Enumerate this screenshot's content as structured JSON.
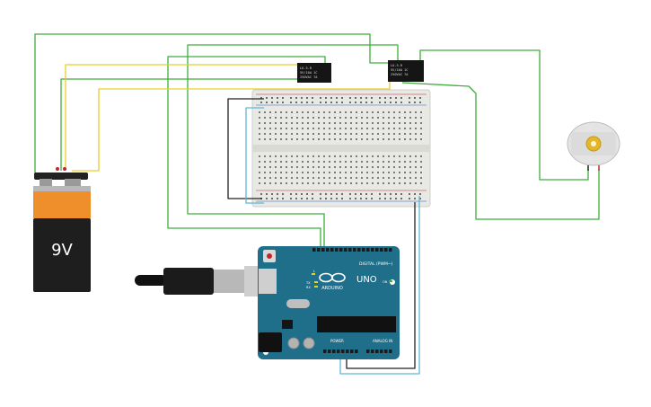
{
  "battery": {
    "label": "9V"
  },
  "relays": [
    {
      "line1": "LU-5-R",
      "line2": "5V/10A 1C",
      "line3": "250VAC 7A"
    },
    {
      "line1": "LU-5-R",
      "line2": "5V/10A 1C",
      "line3": "250VAC 7A"
    }
  ],
  "arduino": {
    "brand": "ARDUINO",
    "model": "UNO",
    "digital_header": "DIGITAL (PWM~)",
    "power_header": "POWER",
    "analog_header": "ANALOG IN",
    "tx_label": "TX",
    "rx_label": "RX",
    "l_label": "L",
    "on_label": "ON"
  },
  "wire_colors": {
    "green": "#3fae3a",
    "yellow": "#e8cf2a",
    "black": "#202020",
    "cyan": "#5fb7d4",
    "red": "#c0282d"
  }
}
